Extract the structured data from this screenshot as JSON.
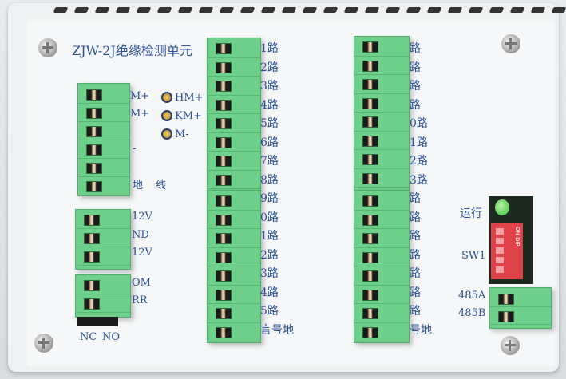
{
  "device": {
    "title": "ZJW-2J绝缘检测单元",
    "left_block_labels": [
      "M+",
      "M+",
      "-",
      "地 线"
    ],
    "indicator_labels": [
      "HM+",
      "KM+",
      "M-"
    ],
    "power_labels": [
      "12V",
      "ND",
      "12V"
    ],
    "alarm_labels": [
      "OM",
      "RR"
    ],
    "relay_labels": [
      "NC",
      "NO"
    ],
    "col1_top_labels": [
      "1路",
      "2路",
      "3路",
      "4路",
      "5路",
      "6路",
      "7路",
      "8路"
    ],
    "col1_bottom_labels": [
      "9路",
      "0路",
      "1路",
      "2路",
      "3路",
      "4路",
      "5路",
      "言号地"
    ],
    "col2_top_labels": [
      "路",
      "路",
      "路",
      "路",
      "0路",
      "1路",
      "2路",
      "3路"
    ],
    "col2_bottom_labels": [
      "路",
      "路",
      "路",
      "路",
      "路",
      "路",
      "路",
      "号地"
    ],
    "run_label": "运行",
    "switch_label": "SW1",
    "dip_text": "ON DIP",
    "rs485_labels": [
      "485A",
      "485B"
    ]
  },
  "colors": {
    "terminal": "#6fd08c",
    "label": "#2b4f97",
    "dip": "#e0424a",
    "led": "#38c040"
  }
}
